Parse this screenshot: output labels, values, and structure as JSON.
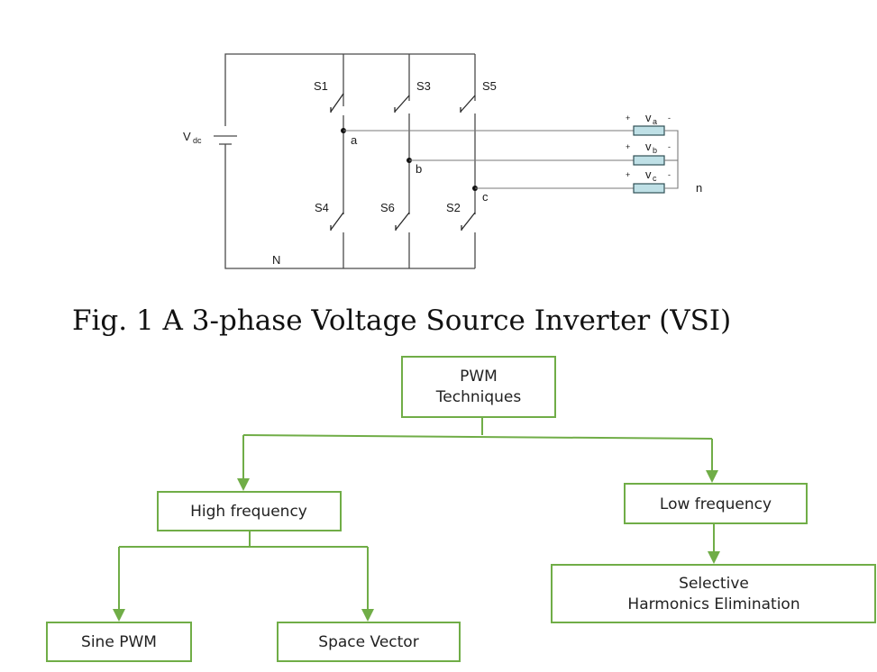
{
  "circuit": {
    "source_label": "V",
    "source_sub": "dc",
    "switches": [
      "S1",
      "S3",
      "S5",
      "S4",
      "S6",
      "S2"
    ],
    "nodes": [
      "a",
      "b",
      "c"
    ],
    "neutral_bottom": "N",
    "neutral_load": "n",
    "loads": [
      {
        "plus": "+",
        "label": "v",
        "sub": "a",
        "minus": "-"
      },
      {
        "plus": "+",
        "label": "v",
        "sub": "b",
        "minus": "-"
      },
      {
        "plus": "+",
        "label": "v",
        "sub": "c",
        "minus": "-"
      }
    ]
  },
  "caption": "Fig. 1 A 3-phase Voltage Source Inverter (VSI)",
  "tree": {
    "root": [
      "PWM",
      "Techniques"
    ],
    "high": "High frequency",
    "low": "Low frequency",
    "sine": "Sine PWM",
    "space": "Space Vector",
    "selective": [
      "Selective",
      "Harmonics Elimination"
    ]
  },
  "colors": {
    "accent": "#70ad47",
    "load_fill": "#bfe0e6"
  }
}
